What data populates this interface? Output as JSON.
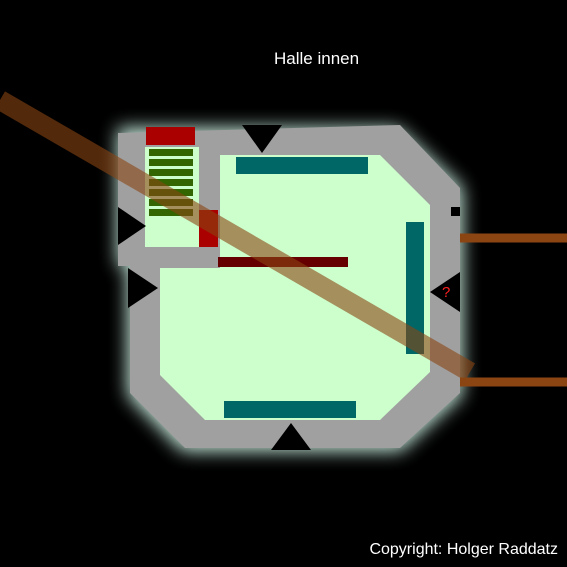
{
  "title": "Halle innen",
  "copyright": "Copyright: Holger Raddatz",
  "marker": "?",
  "colors": {
    "background": "#000000",
    "wall": "#a0a0a0",
    "glow": "#d8fff0",
    "floor": "#ccffcc",
    "platform": "#006666",
    "red_block": "#aa0000",
    "stairs": "#336600",
    "dark_red_bar": "#660000",
    "pipe": "#8b4513",
    "doorway": "#000000",
    "marker": "#ff2020"
  },
  "elements": {
    "rooms": [
      "main-hall-floor",
      "side-room-floor"
    ],
    "platforms": [
      "top-platform",
      "right-platform",
      "bottom-platform"
    ],
    "doorways": [
      "top-doorway",
      "left-upper-doorway",
      "left-lower-doorway",
      "right-doorway",
      "bottom-doorway"
    ],
    "pipes": [
      "diagonal-pipe",
      "right-upper-pipe",
      "right-lower-pipe"
    ],
    "stair_steps": 7
  }
}
